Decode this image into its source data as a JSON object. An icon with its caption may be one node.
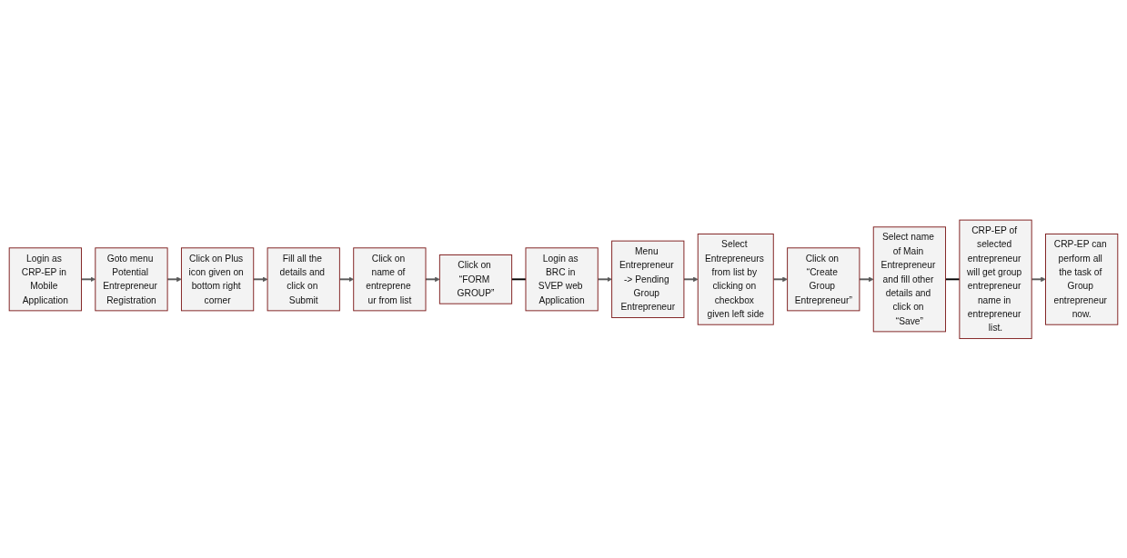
{
  "diagram": {
    "nodes": [
      {
        "text": [
          "Login as CRP-EP in Mobile Application"
        ]
      },
      {
        "text": [
          "Goto menu Potential Entrepreneur Registration"
        ]
      },
      {
        "text": [
          "Click on Plus icon given on bottom right corner"
        ]
      },
      {
        "text": [
          "Fill all the details and click on Submit"
        ]
      },
      {
        "text": [
          "Click on name of entreprene ur from list"
        ]
      },
      {
        "text": [
          "Click on “FORM GROUP”"
        ]
      },
      {
        "text": [
          "Login as BRC in SVEP web Application"
        ]
      },
      {
        "text": [
          "Menu Entrepreneur -> Pending Group Entrepreneur"
        ]
      },
      {
        "text": [
          "Select Entrepreneurs from list by clicking on checkbox given left side"
        ]
      },
      {
        "text": [
          "Click on “Create Group Entrepreneur”"
        ]
      },
      {
        "text": [
          "Select name of Main Entrepreneur and fill other details and click on “Save”"
        ]
      },
      {
        "text": [
          "CRP-EP of selected entrepreneur will get group entrepreneur name in entrepreneur list."
        ]
      },
      {
        "text": [
          "CRP-EP can perform all the task of Group entrepreneur now."
        ]
      }
    ],
    "edges": [
      {
        "from": 0,
        "to": 1,
        "arrow": "to"
      },
      {
        "from": 1,
        "to": 2,
        "arrow": "to"
      },
      {
        "from": 2,
        "to": 3,
        "arrow": "to"
      },
      {
        "from": 3,
        "to": 4,
        "arrow": "to"
      },
      {
        "from": 4,
        "to": 5,
        "arrow": "to"
      },
      {
        "from": 5,
        "to": 6,
        "arrow": "none",
        "color": "#000000"
      },
      {
        "from": 6,
        "to": 7,
        "arrow": "to"
      },
      {
        "from": 7,
        "to": 8,
        "arrow": "to"
      },
      {
        "from": 8,
        "to": 9,
        "arrow": "to"
      },
      {
        "from": 9,
        "to": 10,
        "arrow": "to"
      },
      {
        "from": 10,
        "to": 11,
        "arrow": "none",
        "color": "#000000"
      },
      {
        "from": 11,
        "to": 12,
        "arrow": "to"
      }
    ]
  }
}
